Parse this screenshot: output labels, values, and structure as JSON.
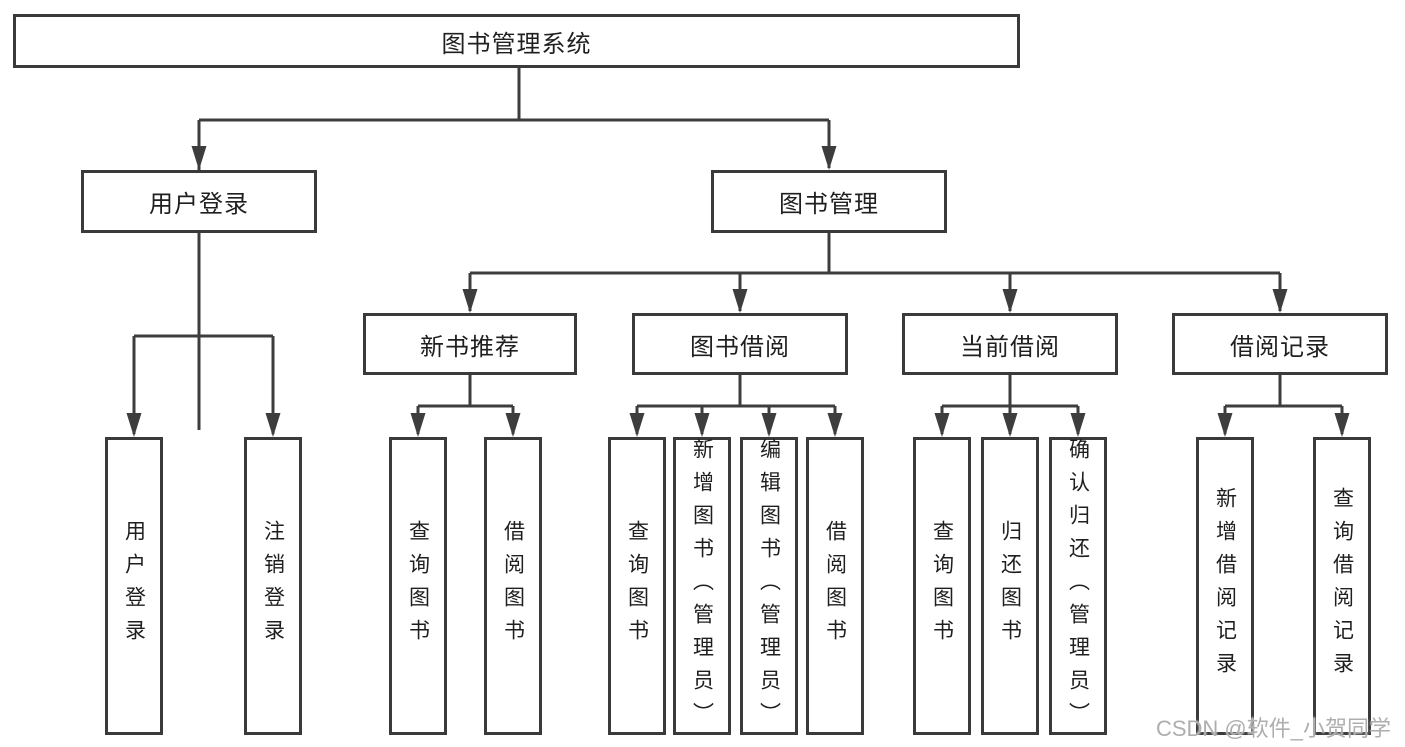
{
  "diagram": {
    "root": {
      "label": "图书管理系统"
    },
    "level2": [
      {
        "label": "用户登录"
      },
      {
        "label": "图书管理"
      }
    ],
    "level3": [
      {
        "label": "新书推荐"
      },
      {
        "label": "图书借阅"
      },
      {
        "label": "当前借阅"
      },
      {
        "label": "借阅记录"
      }
    ],
    "leaves": {
      "user_login": [
        {
          "label": "用户登录"
        },
        {
          "label": "注销登录"
        }
      ],
      "new_book": [
        {
          "label": "查询图书"
        },
        {
          "label": "借阅图书"
        }
      ],
      "book_borrow": [
        {
          "label": "查询图书"
        },
        {
          "label": "新增图书（管理员）"
        },
        {
          "label": "编辑图书（管理员）"
        },
        {
          "label": "借阅图书"
        }
      ],
      "current_borrow": [
        {
          "label": "查询图书"
        },
        {
          "label": "归还图书"
        },
        {
          "label": "确认归还（管理员）"
        }
      ],
      "borrow_record": [
        {
          "label": "新增借阅记录"
        },
        {
          "label": "查询借阅记录"
        }
      ]
    },
    "colors": {
      "line": "#3d3d3d",
      "box_border": "#3a3a3a",
      "text": "#1f1f1f",
      "background": "#ffffff",
      "watermark": "#aeaeae"
    }
  },
  "watermark": {
    "text": "CSDN @软件_小贺同学"
  }
}
